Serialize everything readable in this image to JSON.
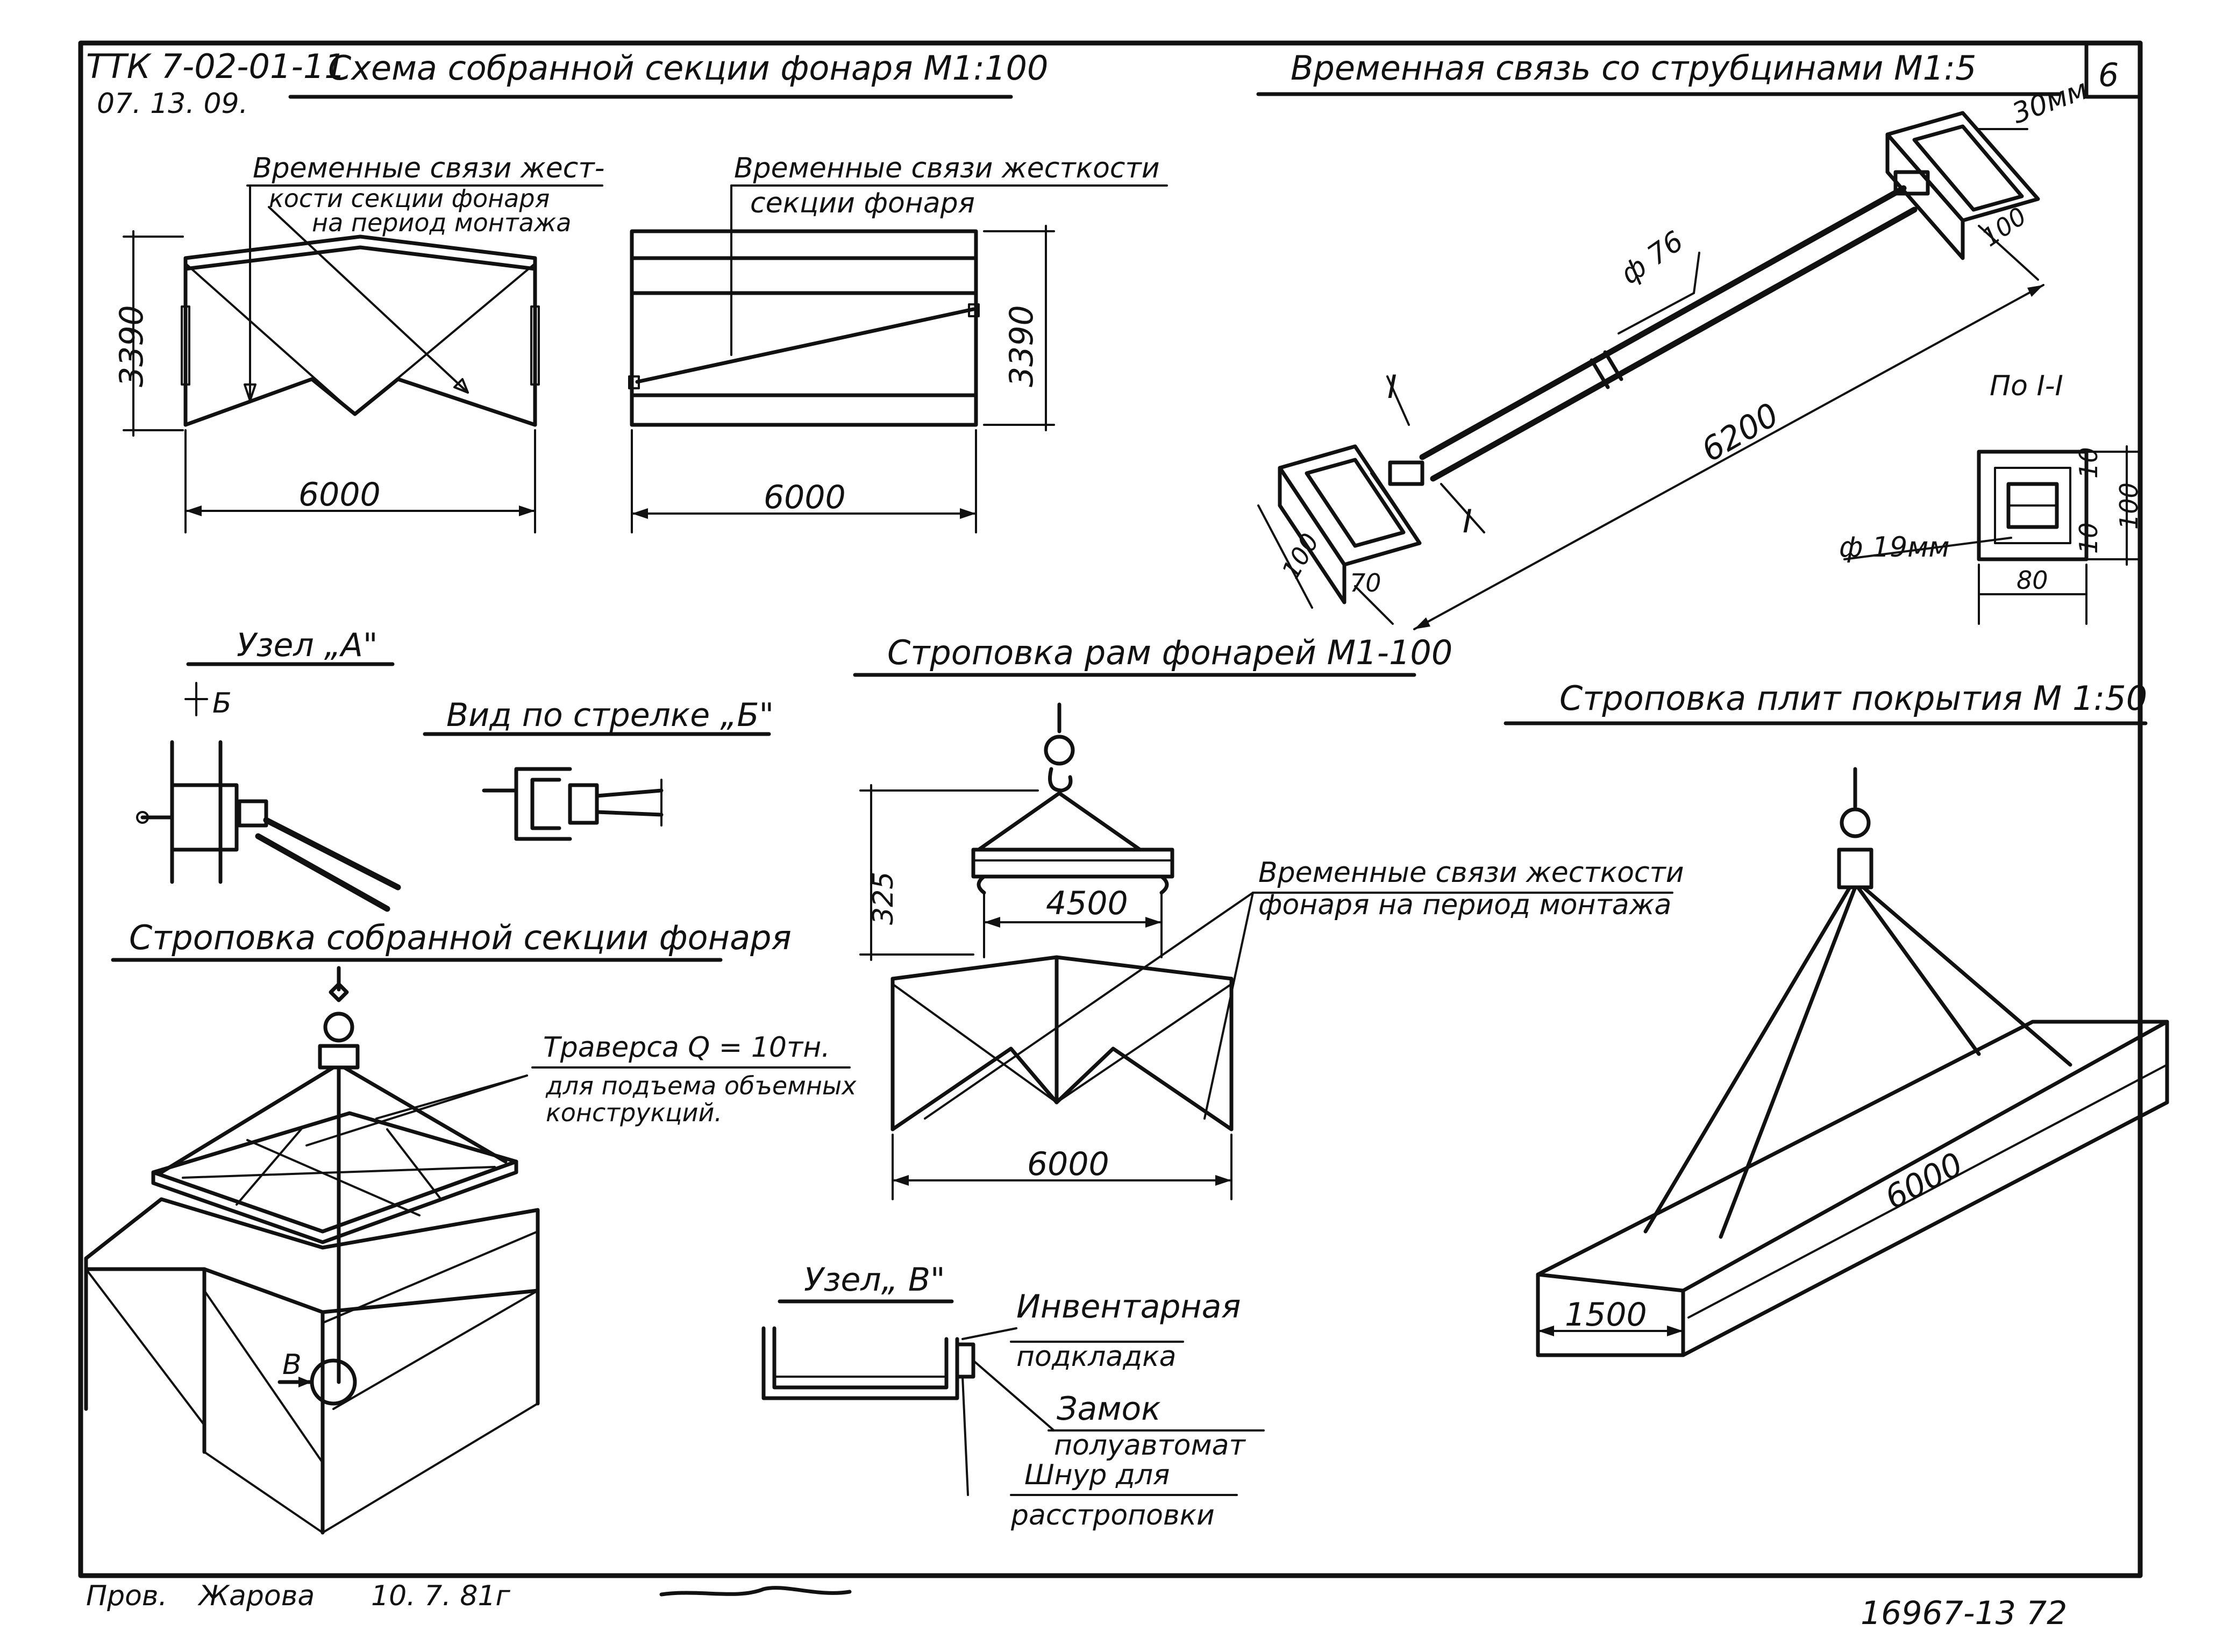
{
  "sheet": {
    "code": "ТТК 7-02-01-11",
    "date": "07. 13. 09.",
    "page": "6",
    "checked_label": "Пров.",
    "checked_name": "Жарова",
    "checked_date": "10. 7. 81г",
    "doc_number": "16967-13 72"
  },
  "assembled_section": {
    "title": "Схема собранной секции фонаря М1:100",
    "note_left": [
      "Временные связи жест-",
      "кости секции фонаря",
      "на период монтажа"
    ],
    "note_right": [
      "Временные связи жесткости",
      "секции фонаря"
    ],
    "height_left": "3390",
    "height_right": "3390",
    "width_left": "6000",
    "width_right": "6000"
  },
  "temp_tie": {
    "title": "Временная связь со струбцинами М1:5",
    "dim_30": "30мм",
    "dim_100_top": "100",
    "diameter": "ф 76",
    "section_mark": "I",
    "length": "6200",
    "dim_100_bottom": "100",
    "dim_70": "70",
    "section_title": "По I-I",
    "sec_10a": "10",
    "sec_100": "100",
    "sec_10b": "10",
    "sec_80": "80",
    "bolt": "ф 19мм"
  },
  "node_a": {
    "title": "Узел „А\"",
    "arrow_label": "Б"
  },
  "view_b": {
    "title": "Вид по стрелке „Б\""
  },
  "frame_sling": {
    "title": "Строповка рам фонарей М1-100",
    "height": "325",
    "width_traverse": "4500",
    "width_frame": "6000",
    "note": [
      "Временные связи жесткости",
      "фонаря на период монтажа"
    ]
  },
  "section_sling": {
    "title": "Строповка собранной секции фонаря",
    "traverse": [
      "Траверса Q = 10тн.",
      "для подъема объемных",
      "конструкций."
    ],
    "arrow_label": "В"
  },
  "node_v": {
    "title": "Узел„ В\"",
    "labels": [
      "Инвентарная",
      "подкладка",
      "Замок",
      "полуавтомат",
      "Шнур для",
      "расстроповки"
    ]
  },
  "slab_sling": {
    "title": "Строповка плит покрытия М 1:50",
    "length": "6000",
    "width": "1500"
  }
}
